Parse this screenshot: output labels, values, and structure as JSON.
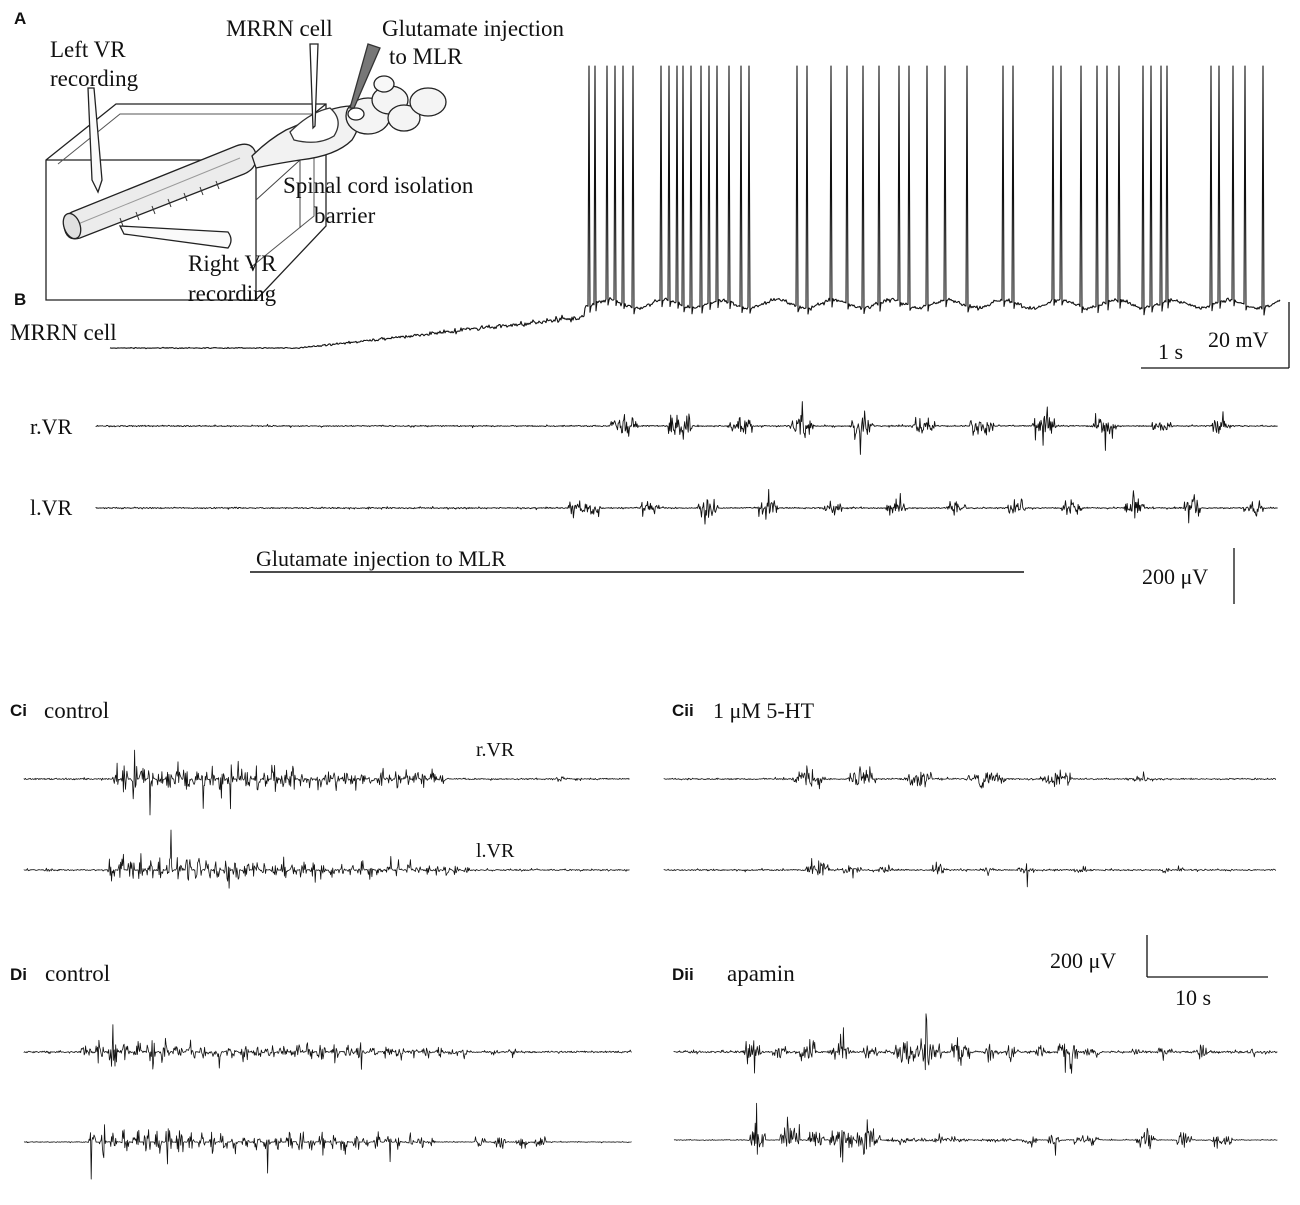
{
  "panels": {
    "a": "A",
    "b": "B",
    "ci": "Ci",
    "cii": "Cii",
    "di": "Di",
    "dii": "Dii"
  },
  "schematic": {
    "left_vr_line1": "Left VR",
    "left_vr_line2": "recording",
    "mrrn_cell": "MRRN cell",
    "glutamate_line1": "Glutamate injection",
    "glutamate_line2": "to MLR",
    "isolation_line1": "Spinal cord isolation",
    "isolation_line2": "barrier",
    "right_vr_line1": "Right VR",
    "right_vr_line2": "recording"
  },
  "panel_b": {
    "mrrn_trace_label": "MRRN cell",
    "rvr_label": "r.VR",
    "lvr_label": "l.VR",
    "glutamate_bar_label": "Glutamate injection to MLR",
    "scale_time": "1 s",
    "scale_voltage": "20 mV",
    "scale_vr_voltage": "200 μV"
  },
  "panel_c": {
    "ci_condition": "control",
    "cii_condition": "1 μM 5-HT",
    "rvr_label": "r.VR",
    "lvr_label": "l.VR"
  },
  "panel_d": {
    "di_condition": "control",
    "dii_condition": "apamin",
    "scale_voltage": "200 μV",
    "scale_time": "10 s"
  }
}
